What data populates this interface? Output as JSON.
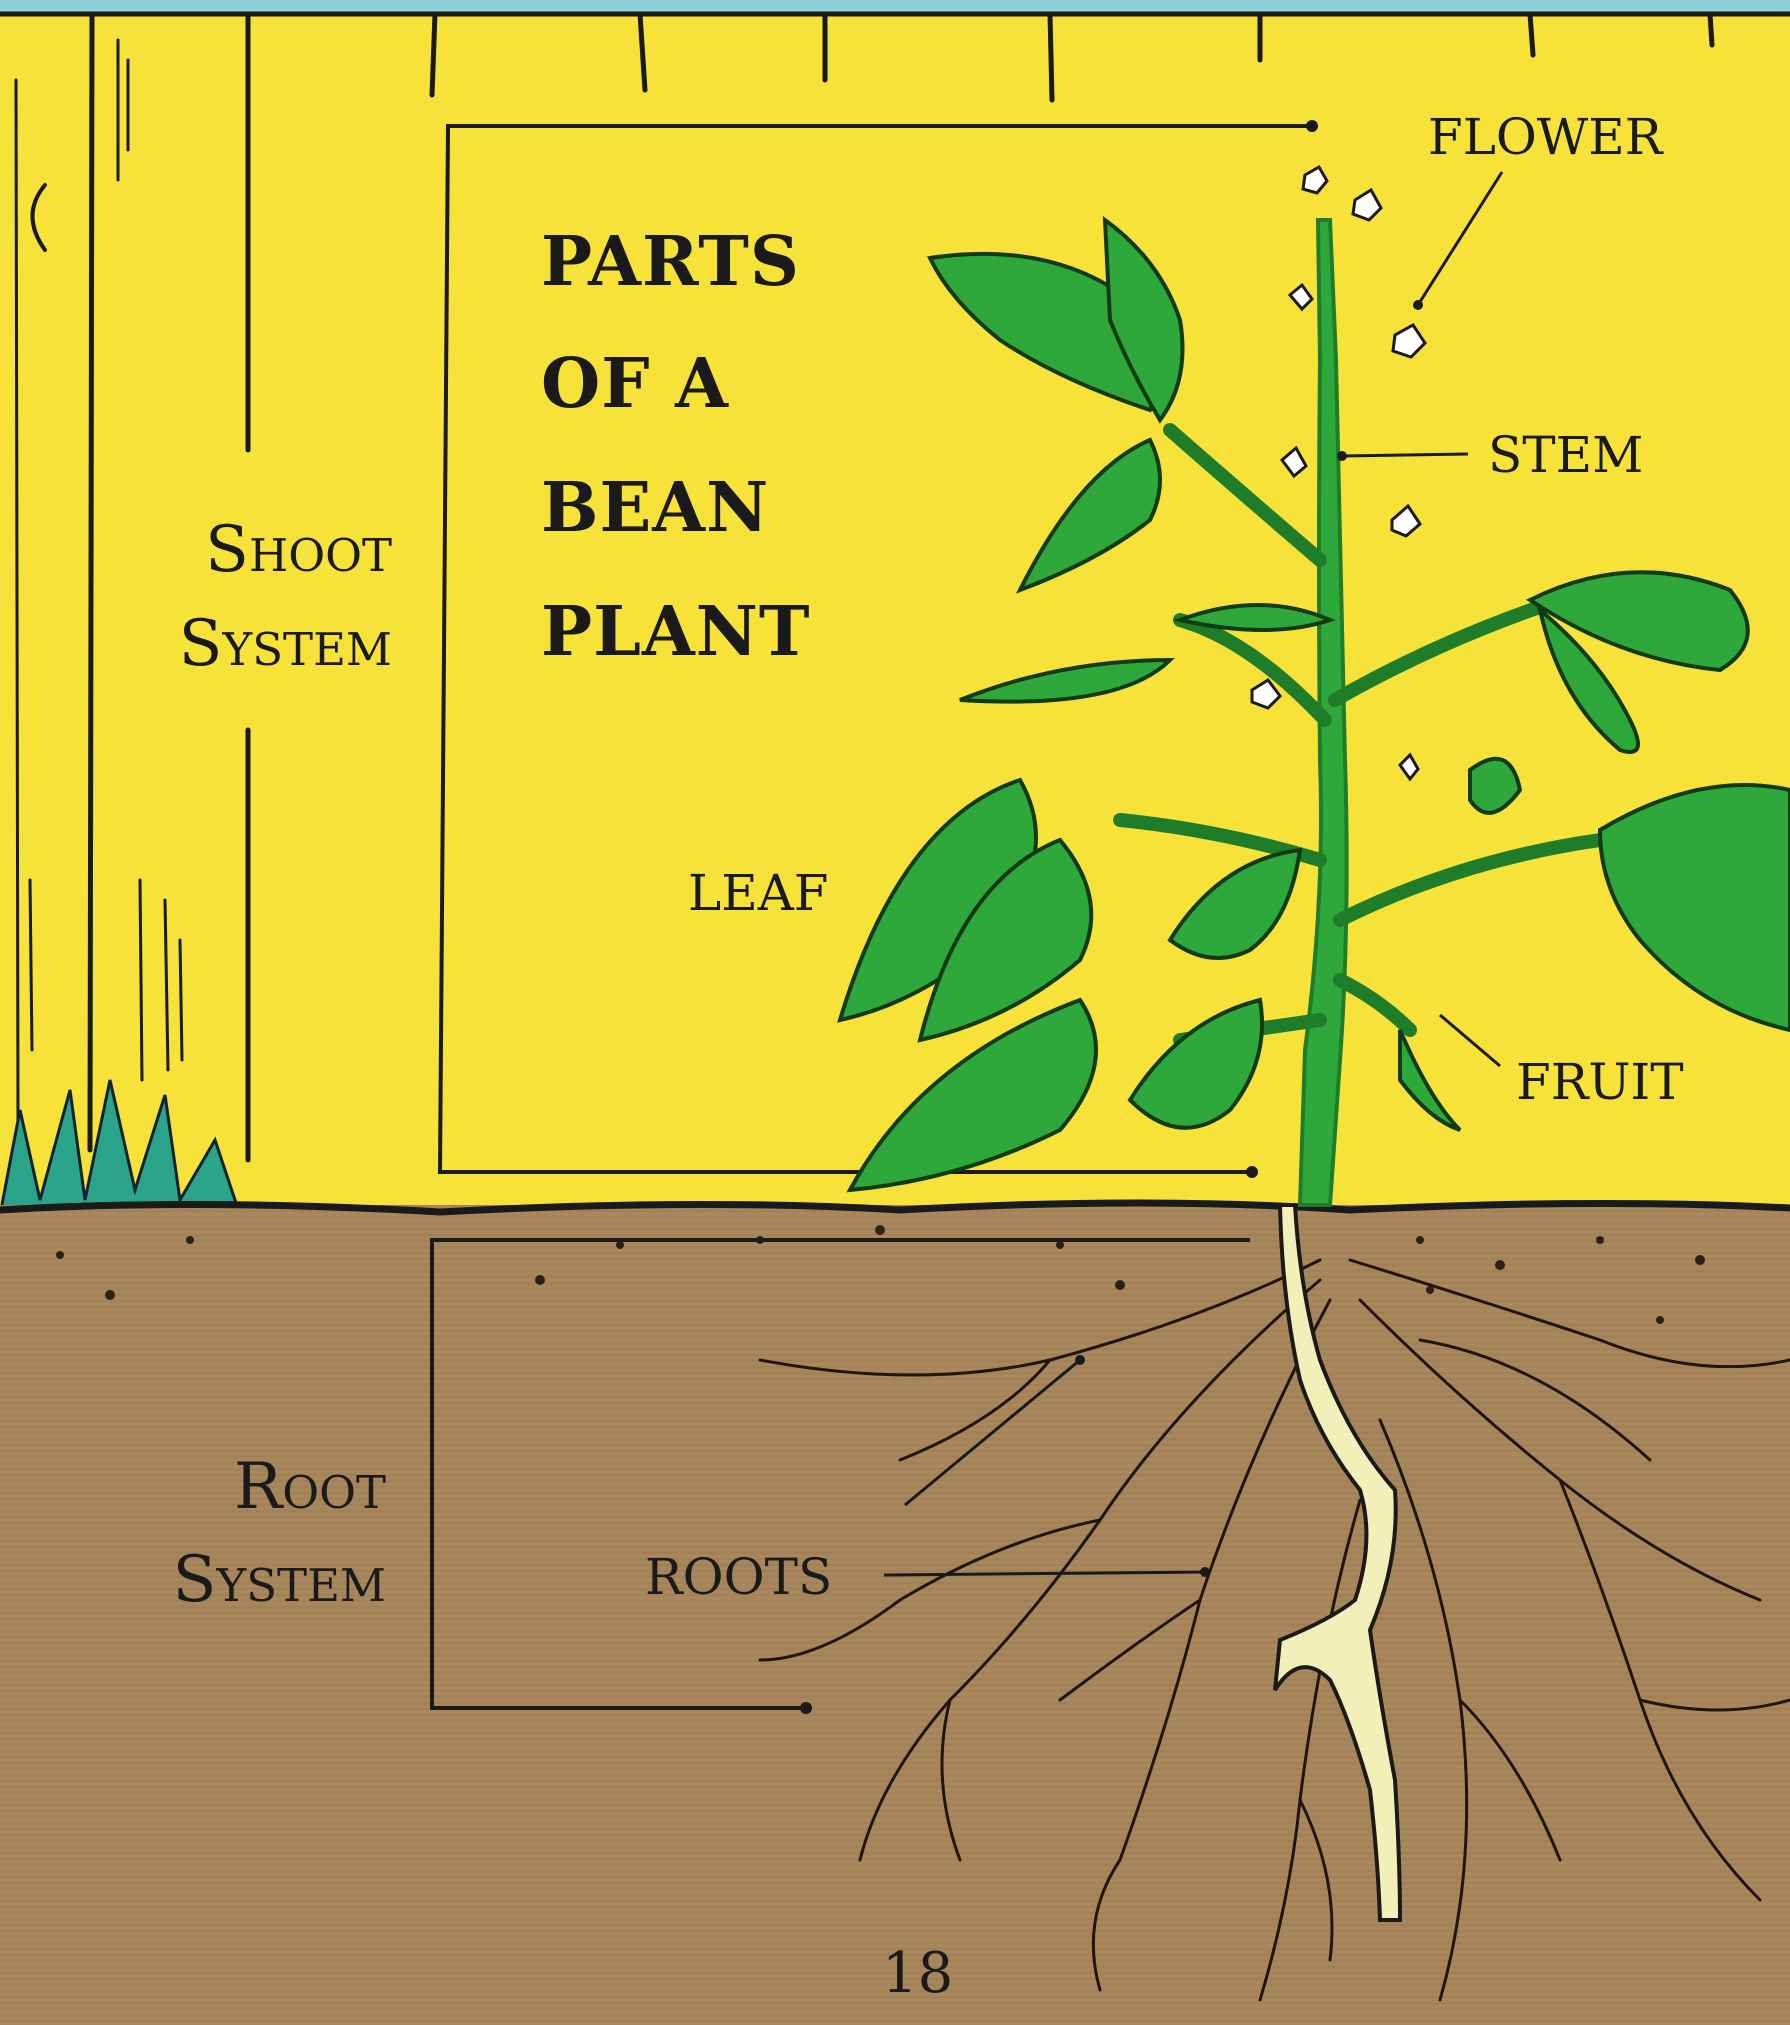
{
  "title_lines": [
    "PARTS",
    "OF A",
    "BEAN",
    "PLANT"
  ],
  "systems": {
    "shoot": [
      "Shoot",
      "System"
    ],
    "root": [
      "Root",
      "System"
    ]
  },
  "labels": {
    "flower": "FLOWER",
    "stem": "STEM",
    "leaf": "LEAF",
    "fruit": "FRUIT",
    "roots": "ROOTS"
  },
  "page_number": "18",
  "colors": {
    "sky_wall": "#f7e23a",
    "soil": "#a9875d",
    "leaf": "#2ea83a",
    "leaf_dark": "#1f7d2a",
    "grass": "#2aa58a",
    "taproot": "#f3efb9",
    "flower": "#ffffff",
    "ink": "#1a1a1a"
  }
}
